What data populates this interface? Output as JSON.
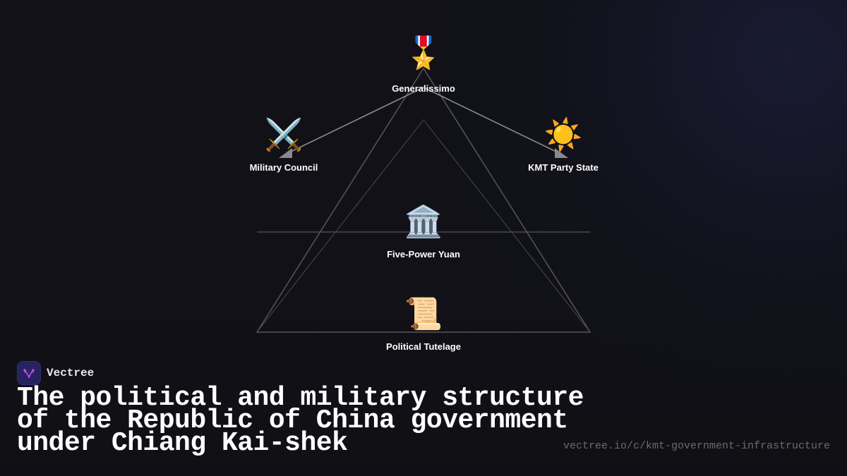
{
  "diagram": {
    "type": "pyramid-hierarchy",
    "nodes": [
      {
        "id": "generalissimo",
        "label": "Generalissimo",
        "icon": "military-medal-icon",
        "glyph": "🎖️"
      },
      {
        "id": "military-council",
        "label": "Military Council",
        "icon": "crossed-swords-icon",
        "glyph": "⚔️"
      },
      {
        "id": "kmt-party-state",
        "label": "KMT Party State",
        "icon": "sun-icon",
        "glyph": "☀️"
      },
      {
        "id": "five-power-yuan",
        "label": "Five-Power Yuan",
        "icon": "classical-building-icon",
        "glyph": "🏛️"
      },
      {
        "id": "political-tutelage",
        "label": "Political Tutelage",
        "icon": "scroll-icon",
        "glyph": "📜"
      }
    ],
    "edges": [
      {
        "from": "generalissimo",
        "to": "military-council"
      },
      {
        "from": "generalissimo",
        "to": "kmt-party-state"
      }
    ],
    "line_color": "#8a8a8e"
  },
  "brand": {
    "name": "Vectree",
    "logo_bg": "#272361",
    "logo_accent": "#b44be0"
  },
  "title": "The political and military structure of the Republic of China government under Chiang Kai-shek",
  "url": "vectree.io/c/kmt-government-infrastructure"
}
